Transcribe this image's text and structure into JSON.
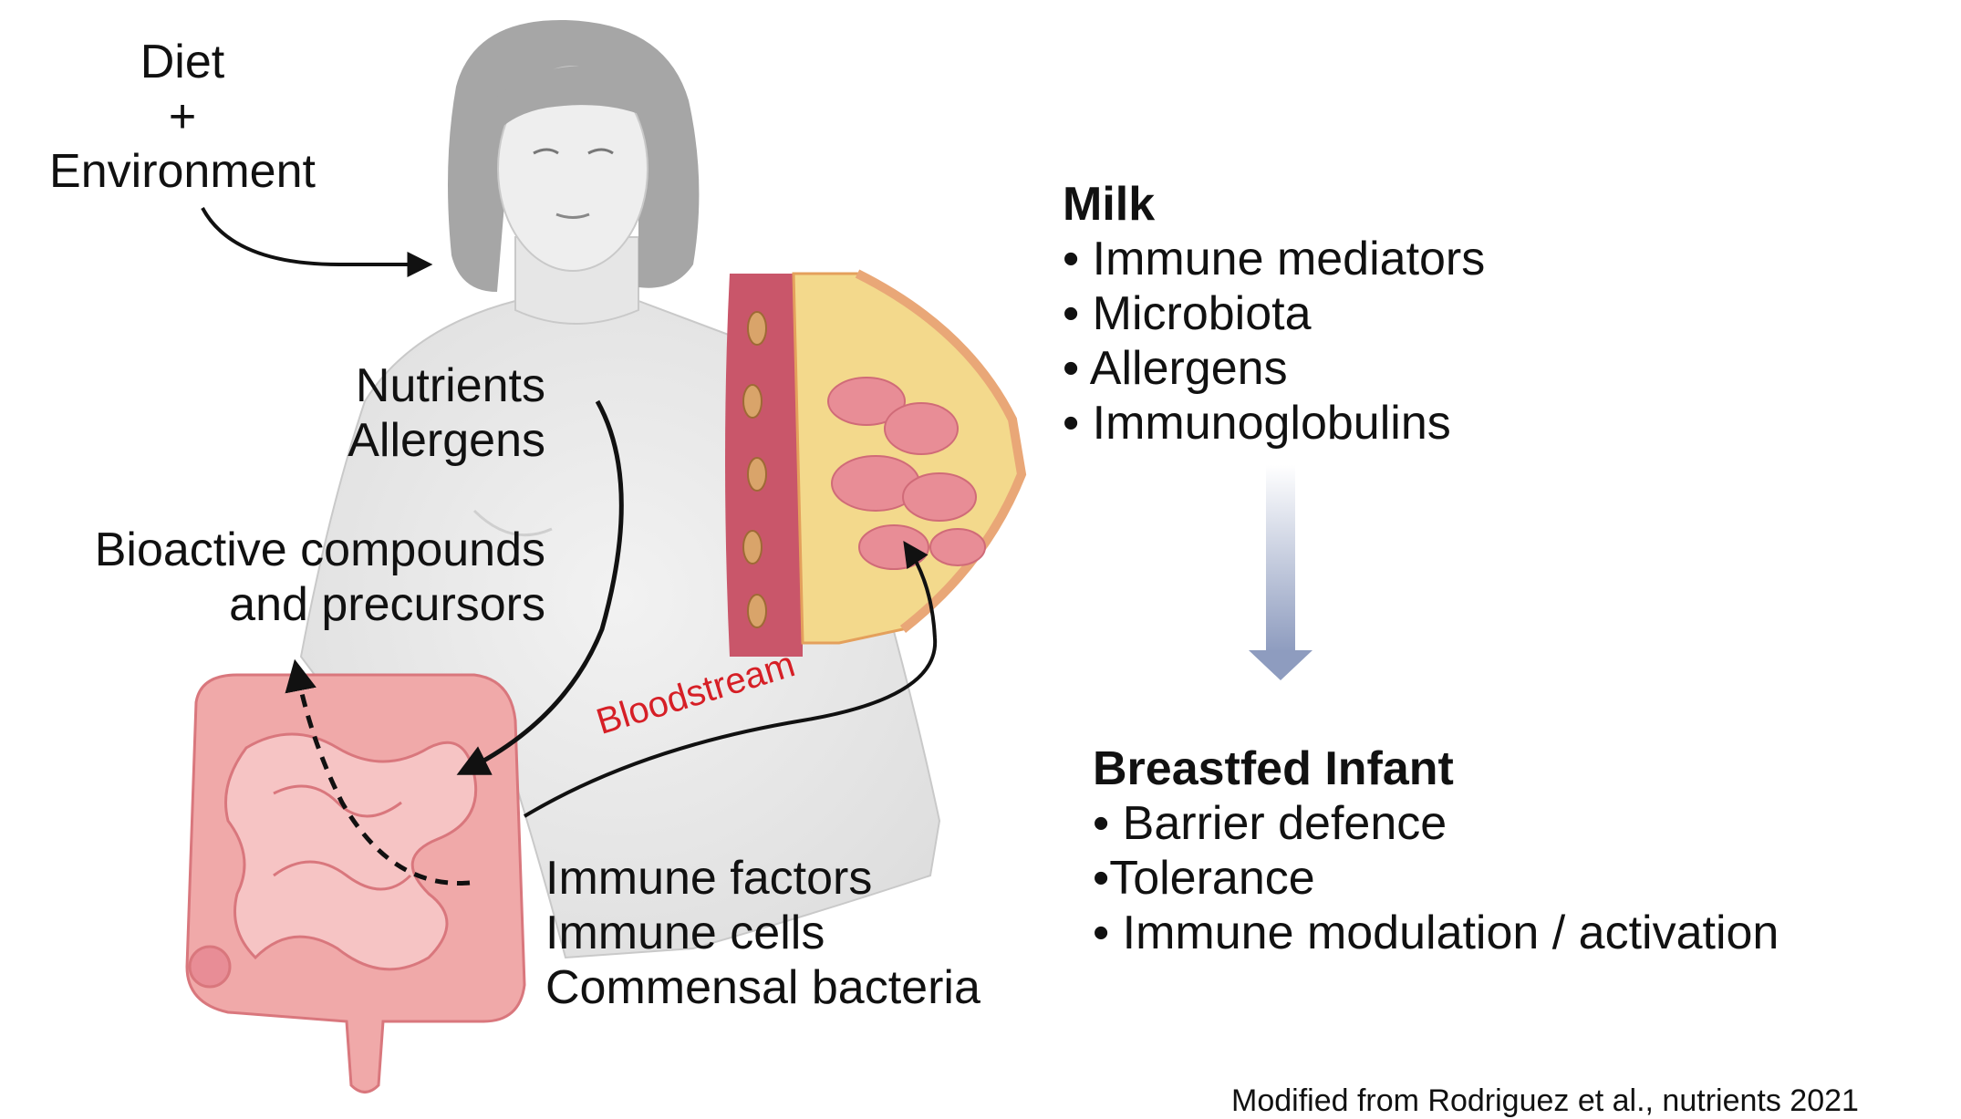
{
  "inputs": {
    "line1": "Diet",
    "line2": "+",
    "line3": "Environment"
  },
  "nutrients": {
    "line1": "Nutrients",
    "line2": "Allergens"
  },
  "bioactive": {
    "line1": "Bioactive compounds",
    "line2": "and precursors"
  },
  "bloodstream_label": "Bloodstream",
  "gut_outputs": {
    "line1": "Immune factors",
    "line2": "Immune cells",
    "line3": "Commensal bacteria"
  },
  "milk": {
    "heading": "Milk",
    "items": [
      "• Immune mediators",
      "• Microbiota",
      "• Allergens",
      "• Immunoglobulins"
    ]
  },
  "infant": {
    "heading": "Breastfed Infant",
    "items": [
      "• Barrier defence",
      "•Tolerance",
      "• Immune modulation / activation"
    ]
  },
  "credit": "Modified from Rodriguez et al., nutrients 2021",
  "colors": {
    "bloodstream": "#d61f26",
    "transfer_arrow": "#8e9cbf",
    "body_fill": "#ececec",
    "hair": "#a6a6a6",
    "intestine": "#f0a9a9",
    "breast_tissue": "#f3d98c"
  }
}
